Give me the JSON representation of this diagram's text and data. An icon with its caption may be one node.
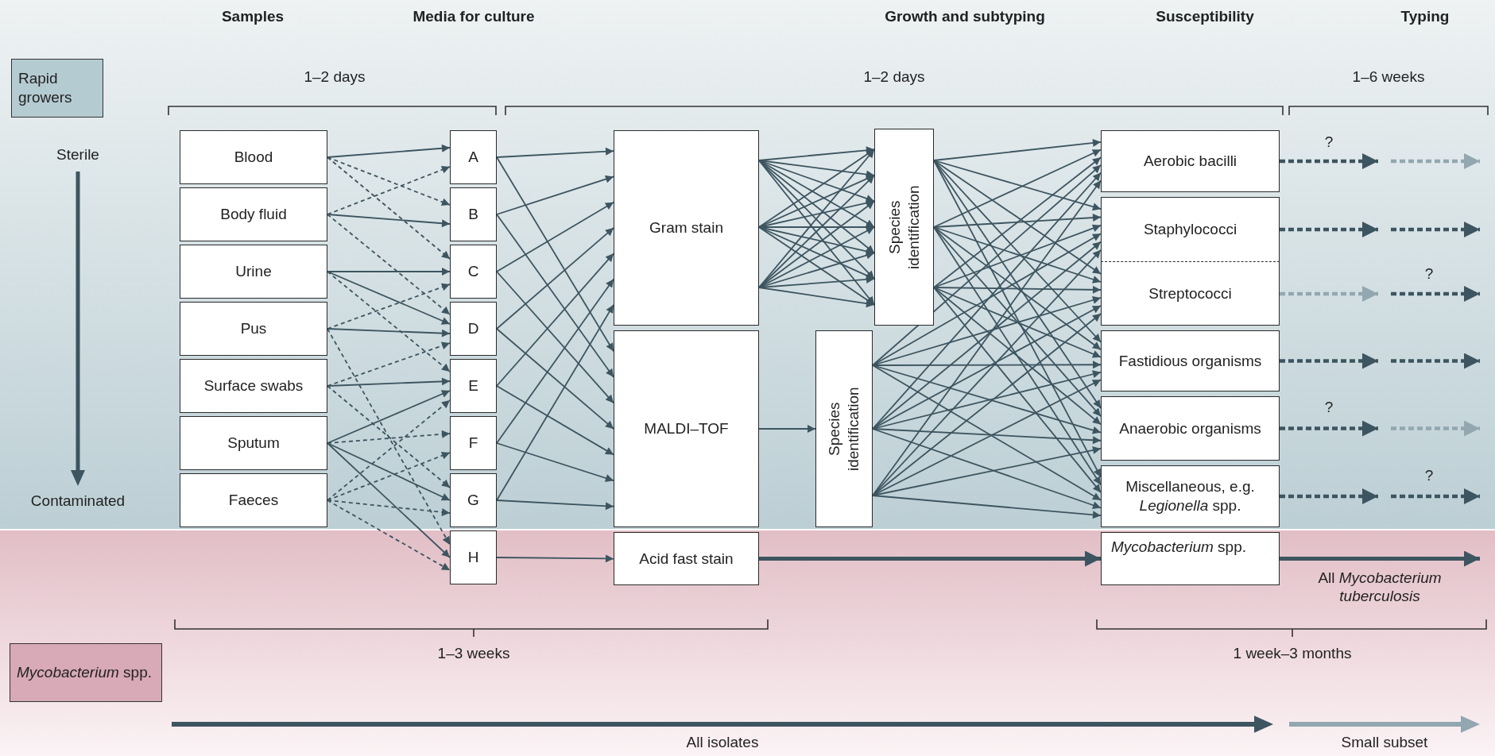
{
  "diagram": {
    "nodes": [
      {
        "text": [
          "Blood"
        ]
      },
      {
        "text": [
          "Body fluid"
        ]
      },
      {
        "text": [
          "Urine"
        ]
      },
      {
        "text": [
          "Pus"
        ]
      },
      {
        "text": [
          "Surface swabs"
        ]
      },
      {
        "text": [
          "Sputum"
        ]
      },
      {
        "text": [
          "Faeces"
        ]
      },
      {
        "text": [
          "A"
        ]
      },
      {
        "text": [
          "B"
        ]
      },
      {
        "text": [
          "C"
        ]
      },
      {
        "text": [
          "D"
        ]
      },
      {
        "text": [
          "E"
        ]
      },
      {
        "text": [
          "F"
        ]
      },
      {
        "text": [
          "G"
        ]
      },
      {
        "text": [
          "H"
        ]
      },
      {
        "text": [
          "Gram stain"
        ]
      },
      {
        "text": [
          "MALDI–TOF"
        ]
      },
      {
        "text": [
          "Acid fast stain"
        ]
      },
      {
        "text": [
          "Species identification"
        ]
      },
      {
        "text": [
          "Species identification"
        ]
      },
      {
        "text": [
          "Aerobic bacilli"
        ]
      },
      {
        "text": [
          "Staphylococci"
        ]
      },
      {
        "text": [
          "Streptococci"
        ]
      },
      {
        "text": [
          "Fastidious organisms"
        ]
      },
      {
        "text": [
          "Anaerobic organisms"
        ]
      },
      {
        "text": [
          "Miscellaneous, e.g. *Legionella* spp."
        ]
      },
      {
        "text": [
          "*Mycobacterium* spp."
        ]
      }
    ],
    "edges": [
      {
        "from": 0,
        "to": 7,
        "arrow": "to"
      },
      {
        "from": 0,
        "to": 8,
        "arrow": "to",
        "style": "dashed"
      },
      {
        "from": 0,
        "to": 9,
        "arrow": "to",
        "style": "dashed"
      },
      {
        "from": 1,
        "to": 7,
        "arrow": "to",
        "style": "dashed"
      },
      {
        "from": 1,
        "to": 8,
        "arrow": "to"
      },
      {
        "from": 1,
        "to": 10,
        "arrow": "to",
        "style": "dashed"
      },
      {
        "from": 2,
        "to": 9,
        "arrow": "to"
      },
      {
        "from": 2,
        "to": 10,
        "arrow": "to"
      },
      {
        "from": 2,
        "to": 11,
        "arrow": "to",
        "style": "dashed"
      },
      {
        "from": 3,
        "to": 9,
        "arrow": "to",
        "style": "dashed"
      },
      {
        "from": 3,
        "to": 10,
        "arrow": "to"
      },
      {
        "from": 3,
        "to": 14,
        "arrow": "to",
        "style": "dashed"
      },
      {
        "from": 4,
        "to": 10,
        "arrow": "to",
        "style": "dashed"
      },
      {
        "from": 4,
        "to": 11,
        "arrow": "to"
      },
      {
        "from": 4,
        "to": 13,
        "arrow": "to",
        "style": "dashed"
      },
      {
        "from": 5,
        "to": 11,
        "arrow": "to"
      },
      {
        "from": 5,
        "to": 12,
        "arrow": "to",
        "style": "dashed"
      },
      {
        "from": 5,
        "to": 13,
        "arrow": "to"
      },
      {
        "from": 5,
        "to": 14,
        "arrow": "to"
      },
      {
        "from": 6,
        "to": 11,
        "arrow": "to",
        "style": "dashed"
      },
      {
        "from": 6,
        "to": 12,
        "arrow": "to",
        "style": "dashed"
      },
      {
        "from": 6,
        "to": 13,
        "arrow": "to",
        "style": "dashed"
      },
      {
        "from": 6,
        "to": 14,
        "arrow": "to",
        "style": "dashed"
      },
      {
        "from": 7,
        "to": 15,
        "arrow": "to"
      },
      {
        "from": 7,
        "to": 16,
        "arrow": "to"
      },
      {
        "from": 8,
        "to": 15,
        "arrow": "to"
      },
      {
        "from": 8,
        "to": 16,
        "arrow": "to"
      },
      {
        "from": 9,
        "to": 15,
        "arrow": "to"
      },
      {
        "from": 9,
        "to": 16,
        "arrow": "to"
      },
      {
        "from": 10,
        "to": 15,
        "arrow": "to"
      },
      {
        "from": 10,
        "to": 16,
        "arrow": "to"
      },
      {
        "from": 11,
        "to": 15,
        "arrow": "to"
      },
      {
        "from": 11,
        "to": 16,
        "arrow": "to"
      },
      {
        "from": 12,
        "to": 15,
        "arrow": "to"
      },
      {
        "from": 12,
        "to": 16,
        "arrow": "to"
      },
      {
        "from": 13,
        "to": 15,
        "arrow": "to"
      },
      {
        "from": 13,
        "to": 16,
        "arrow": "to"
      },
      {
        "from": 14,
        "to": 17,
        "arrow": "to"
      },
      {
        "from": 15,
        "to": 18,
        "arrow": "to"
      },
      {
        "from": 15,
        "to": 18,
        "arrow": "to"
      },
      {
        "from": 15,
        "to": 18,
        "arrow": "to"
      },
      {
        "from": 15,
        "to": 18,
        "arrow": "to"
      },
      {
        "from": 15,
        "to": 18,
        "arrow": "to"
      },
      {
        "from": 15,
        "to": 18,
        "arrow": "to"
      },
      {
        "from": 15,
        "to": 18,
        "arrow": "to"
      },
      {
        "from": 15,
        "to": 18,
        "arrow": "to"
      },
      {
        "from": 15,
        "to": 18,
        "arrow": "to"
      },
      {
        "from": 15,
        "to": 18,
        "arrow": "to"
      },
      {
        "from": 15,
        "to": 18,
        "arrow": "to"
      },
      {
        "from": 15,
        "to": 18,
        "arrow": "to"
      },
      {
        "from": 15,
        "to": 18,
        "arrow": "to"
      },
      {
        "from": 15,
        "to": 18,
        "arrow": "to"
      },
      {
        "from": 15,
        "to": 18,
        "arrow": "to"
      },
      {
        "from": 15,
        "to": 18,
        "arrow": "to"
      },
      {
        "from": 15,
        "to": 18,
        "arrow": "to"
      },
      {
        "from": 15,
        "to": 18,
        "arrow": "to"
      },
      {
        "from": 15,
        "to": 18,
        "arrow": "to"
      },
      {
        "from": 15,
        "to": 18,
        "arrow": "to"
      },
      {
        "from": 15,
        "to": 18,
        "arrow": "to"
      },
      {
        "from": 16,
        "to": 19,
        "arrow": "to"
      },
      {
        "from": 18,
        "to": 20,
        "arrow": "to"
      },
      {
        "from": 18,
        "to": 21,
        "arrow": "to"
      },
      {
        "from": 18,
        "to": 22,
        "arrow": "to"
      },
      {
        "from": 18,
        "to": 23,
        "arrow": "to"
      },
      {
        "from": 18,
        "to": 24,
        "arrow": "to"
      },
      {
        "from": 18,
        "to": 25,
        "arrow": "to"
      },
      {
        "from": 18,
        "to": 20,
        "arrow": "to"
      },
      {
        "from": 18,
        "to": 21,
        "arrow": "to"
      },
      {
        "from": 18,
        "to": 22,
        "arrow": "to"
      },
      {
        "from": 18,
        "to": 23,
        "arrow": "to"
      },
      {
        "from": 18,
        "to": 24,
        "arrow": "to"
      },
      {
        "from": 18,
        "to": 25,
        "arrow": "to"
      },
      {
        "from": 18,
        "to": 20,
        "arrow": "to"
      },
      {
        "from": 18,
        "to": 21,
        "arrow": "to"
      },
      {
        "from": 18,
        "to": 22,
        "arrow": "to"
      },
      {
        "from": 18,
        "to": 23,
        "arrow": "to"
      },
      {
        "from": 18,
        "to": 24,
        "arrow": "to"
      },
      {
        "from": 18,
        "to": 25,
        "arrow": "to"
      },
      {
        "from": 19,
        "to": 20,
        "arrow": "to"
      },
      {
        "from": 19,
        "to": 21,
        "arrow": "to"
      },
      {
        "from": 19,
        "to": 22,
        "arrow": "to"
      },
      {
        "from": 19,
        "to": 23,
        "arrow": "to"
      },
      {
        "from": 19,
        "to": 24,
        "arrow": "to"
      },
      {
        "from": 19,
        "to": 25,
        "arrow": "to"
      },
      {
        "from": 19,
        "to": 20,
        "arrow": "to"
      },
      {
        "from": 19,
        "to": 21,
        "arrow": "to"
      },
      {
        "from": 19,
        "to": 22,
        "arrow": "to"
      },
      {
        "from": 19,
        "to": 23,
        "arrow": "to"
      },
      {
        "from": 19,
        "to": 24,
        "arrow": "to"
      },
      {
        "from": 19,
        "to": 25,
        "arrow": "to"
      },
      {
        "from": 19,
        "to": 20,
        "arrow": "to"
      },
      {
        "from": 19,
        "to": 21,
        "arrow": "to"
      },
      {
        "from": 19,
        "to": 22,
        "arrow": "to"
      },
      {
        "from": 19,
        "to": 23,
        "arrow": "to"
      },
      {
        "from": 19,
        "to": 24,
        "arrow": "to"
      },
      {
        "from": 19,
        "to": 25,
        "arrow": "to"
      },
      {
        "from": 17,
        "to": 26,
        "arrow": "to",
        "style": "thick"
      },
      {
        "from": 26,
        "to": null,
        "arrow": "to",
        "style": "thick",
        "label": "All *Mycobacterium tuberculosis*"
      },
      {
        "from": 20,
        "to": null,
        "arrow": "to",
        "style": "dashed"
      },
      {
        "from": 21,
        "to": null,
        "arrow": "to",
        "style": "dashed"
      },
      {
        "from": 22,
        "to": null,
        "arrow": "to",
        "style": "dashed",
        "color": "#93a7b0"
      },
      {
        "from": 23,
        "to": null,
        "arrow": "to",
        "style": "dashed"
      },
      {
        "from": 24,
        "to": null,
        "arrow": "to",
        "style": "dashed"
      },
      {
        "from": 25,
        "to": null,
        "arrow": "to",
        "style": "dashed"
      }
    ],
    "labels": [
      "Samples",
      "Media for culture",
      "Growth and subtyping",
      "Susceptibility",
      "Typing",
      "1–2 days",
      "1–2 days",
      "1–6 weeks",
      "Sterile",
      "Contaminated",
      "?",
      "?",
      "?",
      "?",
      "1–3 weeks",
      "1 week–3 months",
      "All isolates",
      "Small subset"
    ],
    "legend": [
      {
        "text": "Rapid growers",
        "color": "#b5cbd2"
      },
      {
        "text": "*Mycobacterium* spp.",
        "color": "#d8a9b6"
      }
    ]
  }
}
